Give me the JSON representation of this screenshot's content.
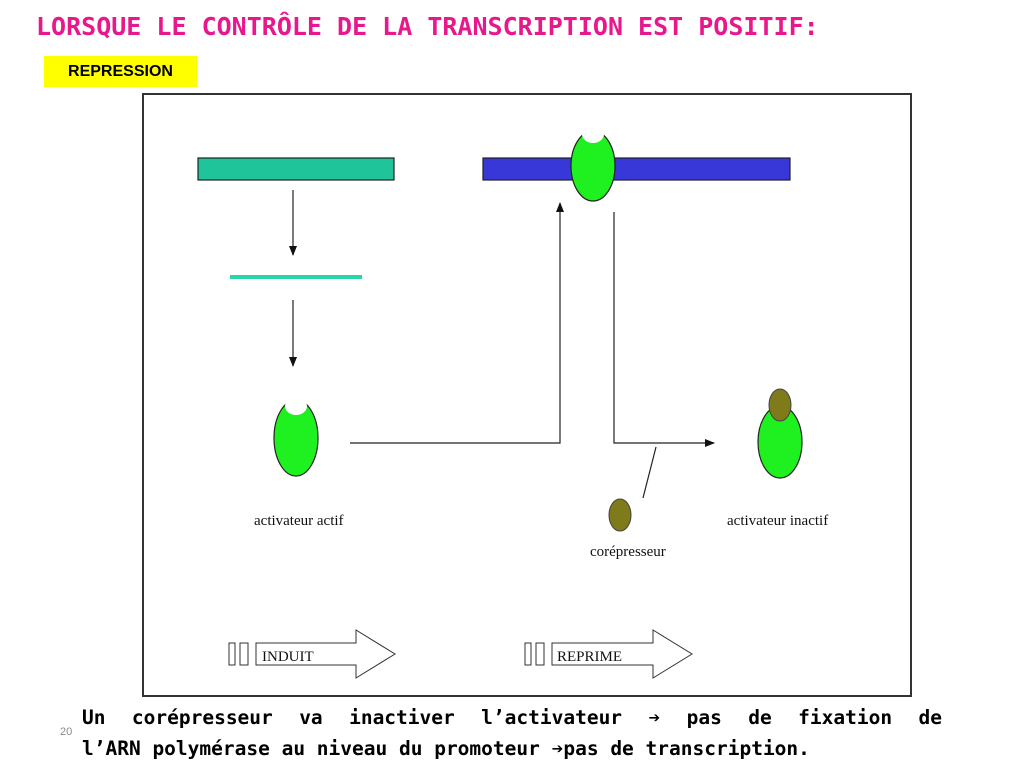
{
  "slide": {
    "title": "LORSQUE LE CONTRÔLE DE LA TRANSCRIPTION EST POSITIF:",
    "badge": "REPRESSION",
    "page_number": "20"
  },
  "diagram": {
    "labels": {
      "active_activator": "activateur actif",
      "corepressor": "corépresseur",
      "inactive_activator": "activateur inactif",
      "induced": "INDUIT",
      "repressed": "REPRIME"
    },
    "colors": {
      "regulator_gene": "#1fc49a",
      "mrna": "#29d6a8",
      "target_gene": "#3838d8",
      "activator": "#1ff01f",
      "corepressor": "#7f7a1a",
      "title": "#e8188c",
      "badge": "#ffff00"
    }
  },
  "caption": {
    "line1_part1": "Un corépresseur va inactiver l’activateur ",
    "line1_part2": " pas de fixation de",
    "line2_part1": "l’ARN polymérase au niveau du promoteur ",
    "line2_part2": "pas de transcription.",
    "arrow_glyph": "➔"
  }
}
